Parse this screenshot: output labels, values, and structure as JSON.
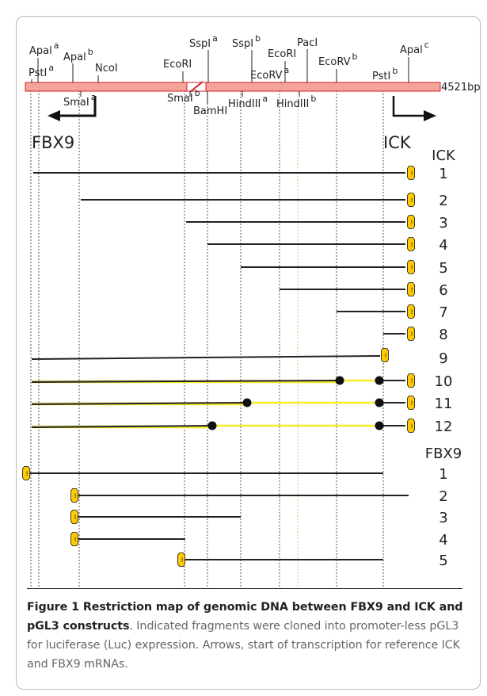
{
  "map": {
    "bp_label": "4521bp",
    "sites": [
      {
        "name": "Apal",
        "sup": "a"
      },
      {
        "name": "PstI",
        "sup": "a"
      },
      {
        "name": "Apal",
        "sup": "b"
      },
      {
        "name": "NcoI",
        "sup": ""
      },
      {
        "name": "SmaI",
        "sup": "a"
      },
      {
        "name": "EcoRI",
        "sup": ""
      },
      {
        "name": "SmaI",
        "sup": "b"
      },
      {
        "name": "BamHI",
        "sup": ""
      },
      {
        "name": "SspI",
        "sup": "a"
      },
      {
        "name": "SspI",
        "sup": "b"
      },
      {
        "name": "HindIII",
        "sup": "a"
      },
      {
        "name": "EcoRV",
        "sup": "a"
      },
      {
        "name": "EcoRI",
        "sup": ""
      },
      {
        "name": "HindIII",
        "sup": "b"
      },
      {
        "name": "PacI",
        "sup": ""
      },
      {
        "name": "EcoRV",
        "sup": "b"
      },
      {
        "name": "PstI",
        "sup": "b"
      },
      {
        "name": "Apal",
        "sup": "c"
      }
    ]
  },
  "genes": {
    "left": "FBX9",
    "right": "ICK"
  },
  "luc_label": "Luc",
  "groups": {
    "ick": {
      "header": "ICK",
      "constructs": [
        {
          "label": "1"
        },
        {
          "label": "2"
        },
        {
          "label": "3"
        },
        {
          "label": "4"
        },
        {
          "label": "5"
        },
        {
          "label": "6"
        },
        {
          "label": "7"
        },
        {
          "label": "8"
        },
        {
          "label": "9"
        },
        {
          "label": "10"
        },
        {
          "label": "11"
        },
        {
          "label": "12"
        }
      ]
    },
    "fbx9": {
      "header": "FBX9",
      "constructs": [
        {
          "label": "1"
        },
        {
          "label": "2"
        },
        {
          "label": "3"
        },
        {
          "label": "4"
        },
        {
          "label": "5"
        }
      ]
    }
  },
  "colors": {
    "map_bar": "#f4a39a",
    "map_stroke": "#d2232a",
    "insert_yellow": "#f5ec2a",
    "luc_fill": "#ffcc00",
    "line": "#222222"
  },
  "caption": {
    "bold": "Figure 1 Restriction map of genomic DNA between FBX9 and ICK and pGL3 constructs",
    "text": ". Indicated fragments were cloned into promoter-less pGL3 for luciferase (Luc) expression. Arrows, start of transcription for reference ICK and FBX9 mRNAs."
  }
}
